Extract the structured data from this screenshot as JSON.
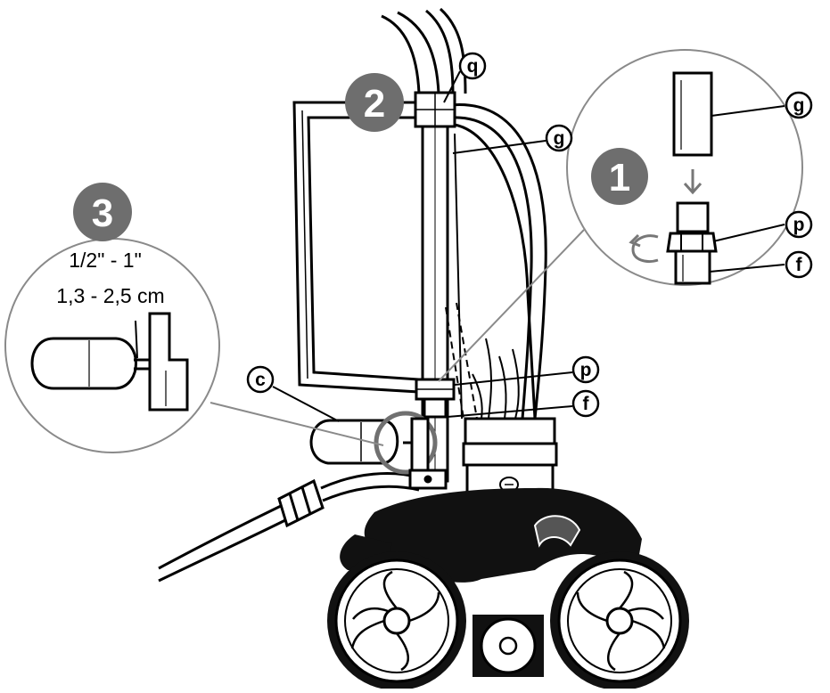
{
  "steps": {
    "one": "1",
    "two": "2",
    "three": "3"
  },
  "labels": {
    "q": "q",
    "g_top": "g",
    "g_main": "g",
    "p_inset": "p",
    "f_inset": "f",
    "c": "c",
    "p_main": "p",
    "f_main": "f"
  },
  "measure": {
    "inches": "1/2\" - 1\"",
    "cm": "1,3 - 2,5 cm"
  },
  "colors": {
    "line": "#000000",
    "step_badge": "#6e6e6e",
    "body": "#111111",
    "paper": "#ffffff"
  }
}
